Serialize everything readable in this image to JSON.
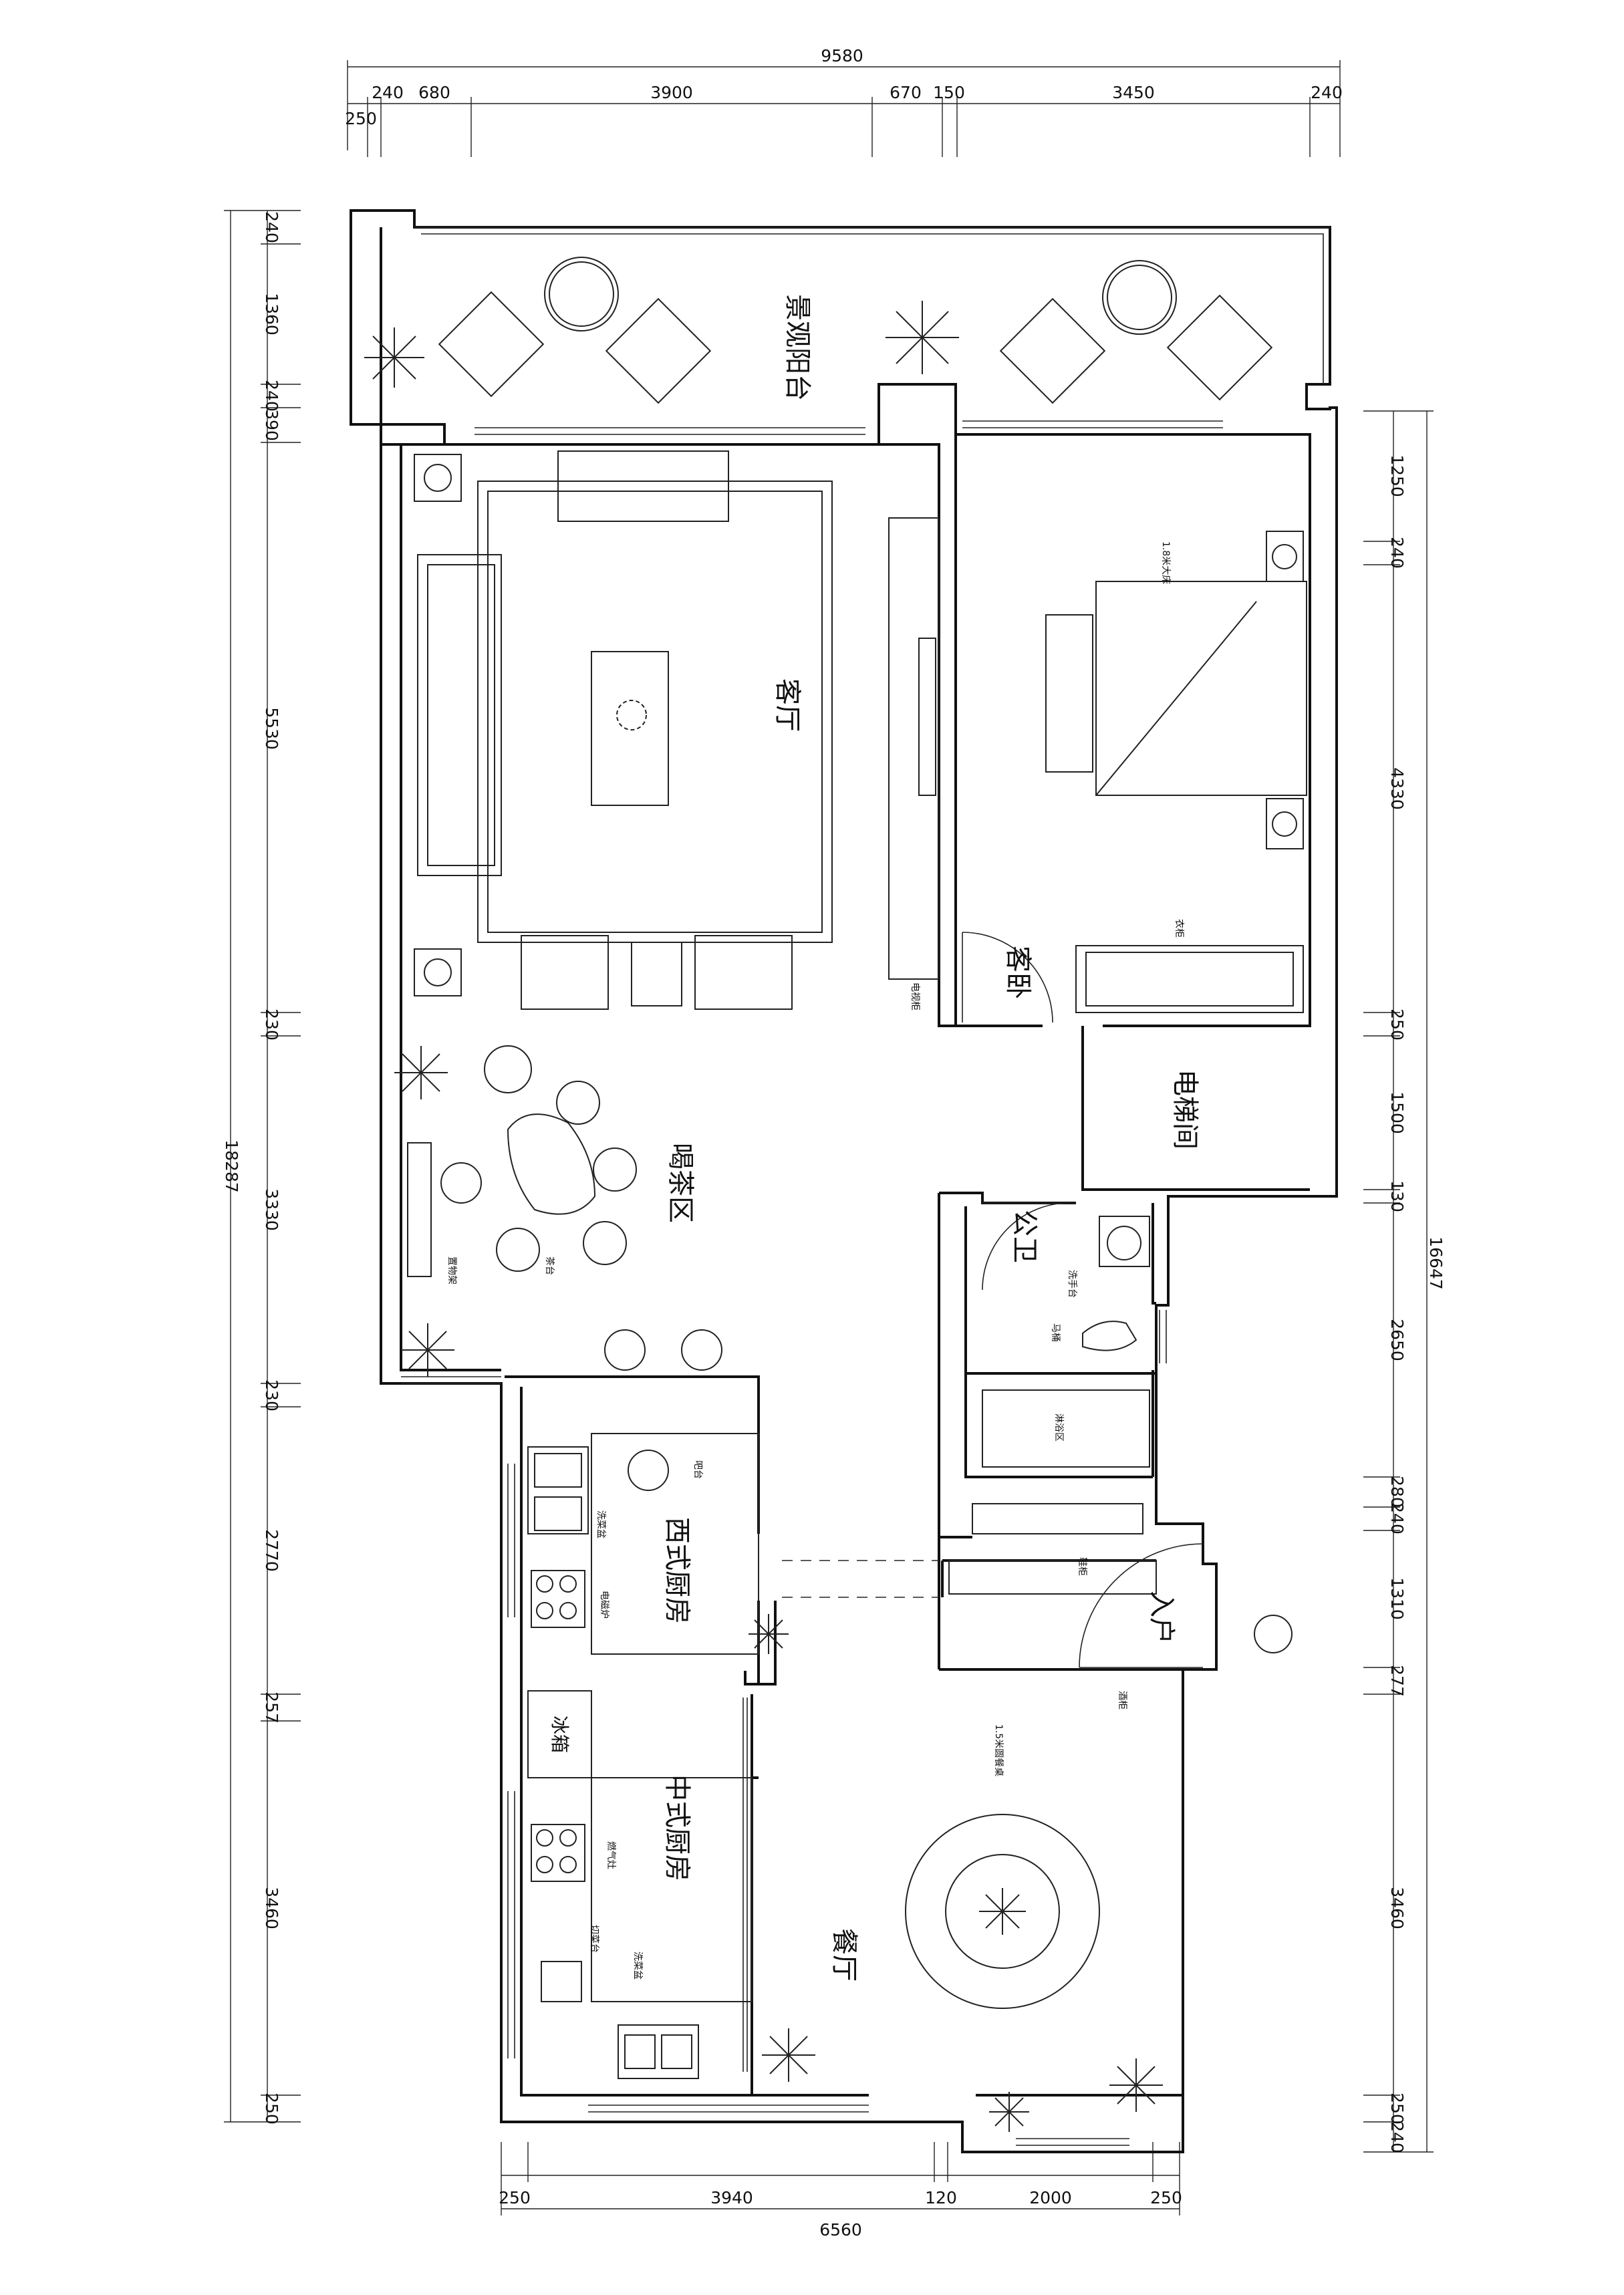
{
  "dimensions": {
    "top_total": "9580",
    "top": [
      "240",
      "680",
      "3900",
      "670",
      "150",
      "3450",
      "240"
    ],
    "top_sub": "250",
    "left_total": "18287",
    "left": [
      "240",
      "1360",
      "240",
      "390",
      "5530",
      "230",
      "3330",
      "230",
      "2770",
      "257",
      "3460",
      "250"
    ],
    "right_total": "16647",
    "right": [
      "1250",
      "240",
      "4330",
      "250",
      "1500",
      "130",
      "2650",
      "280",
      "240",
      "1310",
      "277",
      "3460",
      "250",
      "240"
    ],
    "bottom_total": "6560",
    "bottom": [
      "250",
      "3940",
      "120",
      "2000",
      "250"
    ]
  },
  "rooms": {
    "balcony": "景观阳台",
    "living": "客厅",
    "guest_bedroom": "客卧",
    "elevator": "电梯间",
    "tea_area": "喝茶区",
    "public_wc": "公卫",
    "western_kitchen": "西式厨房",
    "chinese_kitchen": "中式厨房",
    "fridge": "冰箱",
    "entrance": "入户",
    "dining": "餐厅"
  },
  "labels": {
    "bed": "1.8米大床",
    "wardrobe": "衣柜",
    "tv_cabinet": "电视柜",
    "shelf": "置物架",
    "tea_table": "茶台",
    "washbasin": "洗手台",
    "toilet": "马桶",
    "shower": "淋浴区",
    "bar": "吧台",
    "sink": "洗菜盆",
    "cooktop_w": "电磁炉",
    "cooktop_c": "燃气灶",
    "cutting": "切菜台",
    "sink2": "洗菜盆",
    "shoe": "鞋柜",
    "sideboard": "酒柜",
    "round_table": "1.5米圆餐桌"
  }
}
